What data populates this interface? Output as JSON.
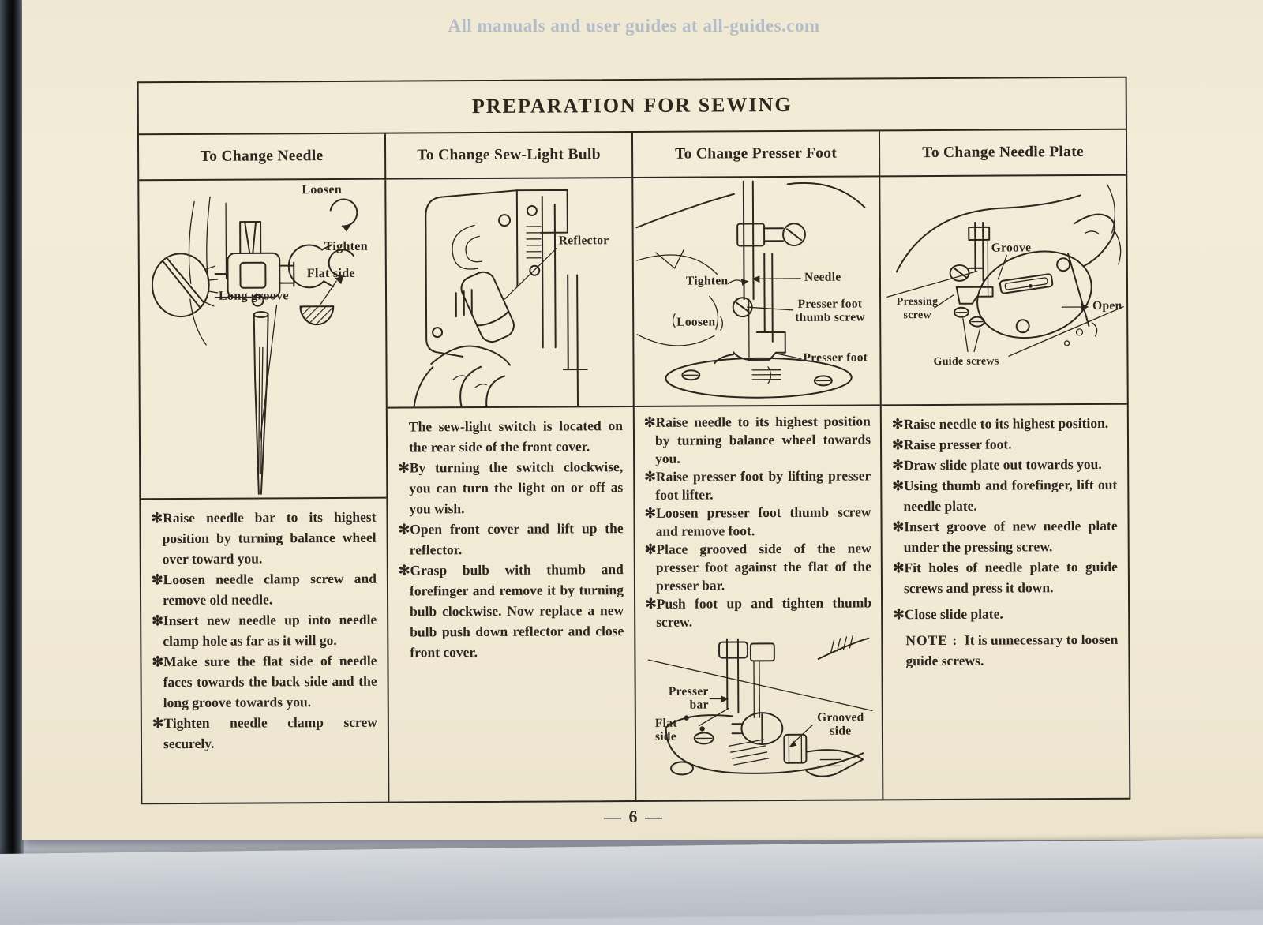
{
  "watermark": "All manuals and user guides at all-guides.com",
  "page_number": "— 6 —",
  "table": {
    "title": "PREPARATION FOR SEWING",
    "columns": [
      {
        "header": "To Change Needle",
        "figure": {
          "loosen": "Loosen",
          "tighten": "Tighten",
          "flat_side": "Flat side",
          "long_groove": "Long groove"
        },
        "items": [
          "✻Raise needle bar to its highest position by turning balance wheel over toward you.",
          "✻Loosen needle clamp screw and remove old needle.",
          "✻Insert new needle up into needle clamp hole as far as it will go.",
          "✻Make sure the flat side of needle faces towards the back side and the long groove towards you.",
          "✻Tighten needle clamp screw securely."
        ]
      },
      {
        "header": "To Change Sew-Light Bulb",
        "figure": {
          "reflector": "Reflector"
        },
        "items": [
          "The sew-light switch is located on the rear side of the front cover.",
          "✻By turning the switch clockwise, you can turn the light on or off as you wish.",
          "✻Open front cover and lift up the reflector.",
          "✻Grasp bulb with thumb and forefinger and remove it by turning bulb clockwise. Now replace a new bulb push down reflector and close front cover."
        ]
      },
      {
        "header": "To Change Presser Foot",
        "figure": {
          "tighten": "Tighten",
          "loosen": "Loosen",
          "needle": "Needle",
          "thumb_screw": "Presser foot\nthumb screw",
          "presser_foot": "Presser foot"
        },
        "items": [
          "✻Raise needle to its highest position by turning balance wheel towards you.",
          "✻Raise presser foot by lifting presser foot lifter.",
          "✻Loosen presser foot thumb screw and remove foot.",
          "✻Place grooved side of the new presser foot against the flat of the presser bar.",
          "✻Push foot up and tighten thumb screw."
        ],
        "figure2": {
          "presser_bar": "Presser\nbar",
          "flat_side": "Flat\nside",
          "grooved_side": "Grooved\nside"
        }
      },
      {
        "header": "To Change Needle Plate",
        "figure": {
          "groove": "Groove",
          "pressing_screw": "Pressing\nscrew",
          "guide_screws": "Guide screws",
          "open": "Open"
        },
        "items": [
          "✻Raise needle to its highest position.",
          "✻Raise presser foot.",
          "✻Draw slide plate out towards you.",
          "✻Using thumb and forefinger, lift out needle plate.",
          "✻Insert groove of new needle plate under the pressing screw.",
          "✻Fit holes of needle plate to guide screws and press it down.",
          "✻Close slide plate."
        ],
        "note_label": "NOTE :",
        "note_text": "It is unnecessary to loosen guide screws."
      }
    ]
  }
}
